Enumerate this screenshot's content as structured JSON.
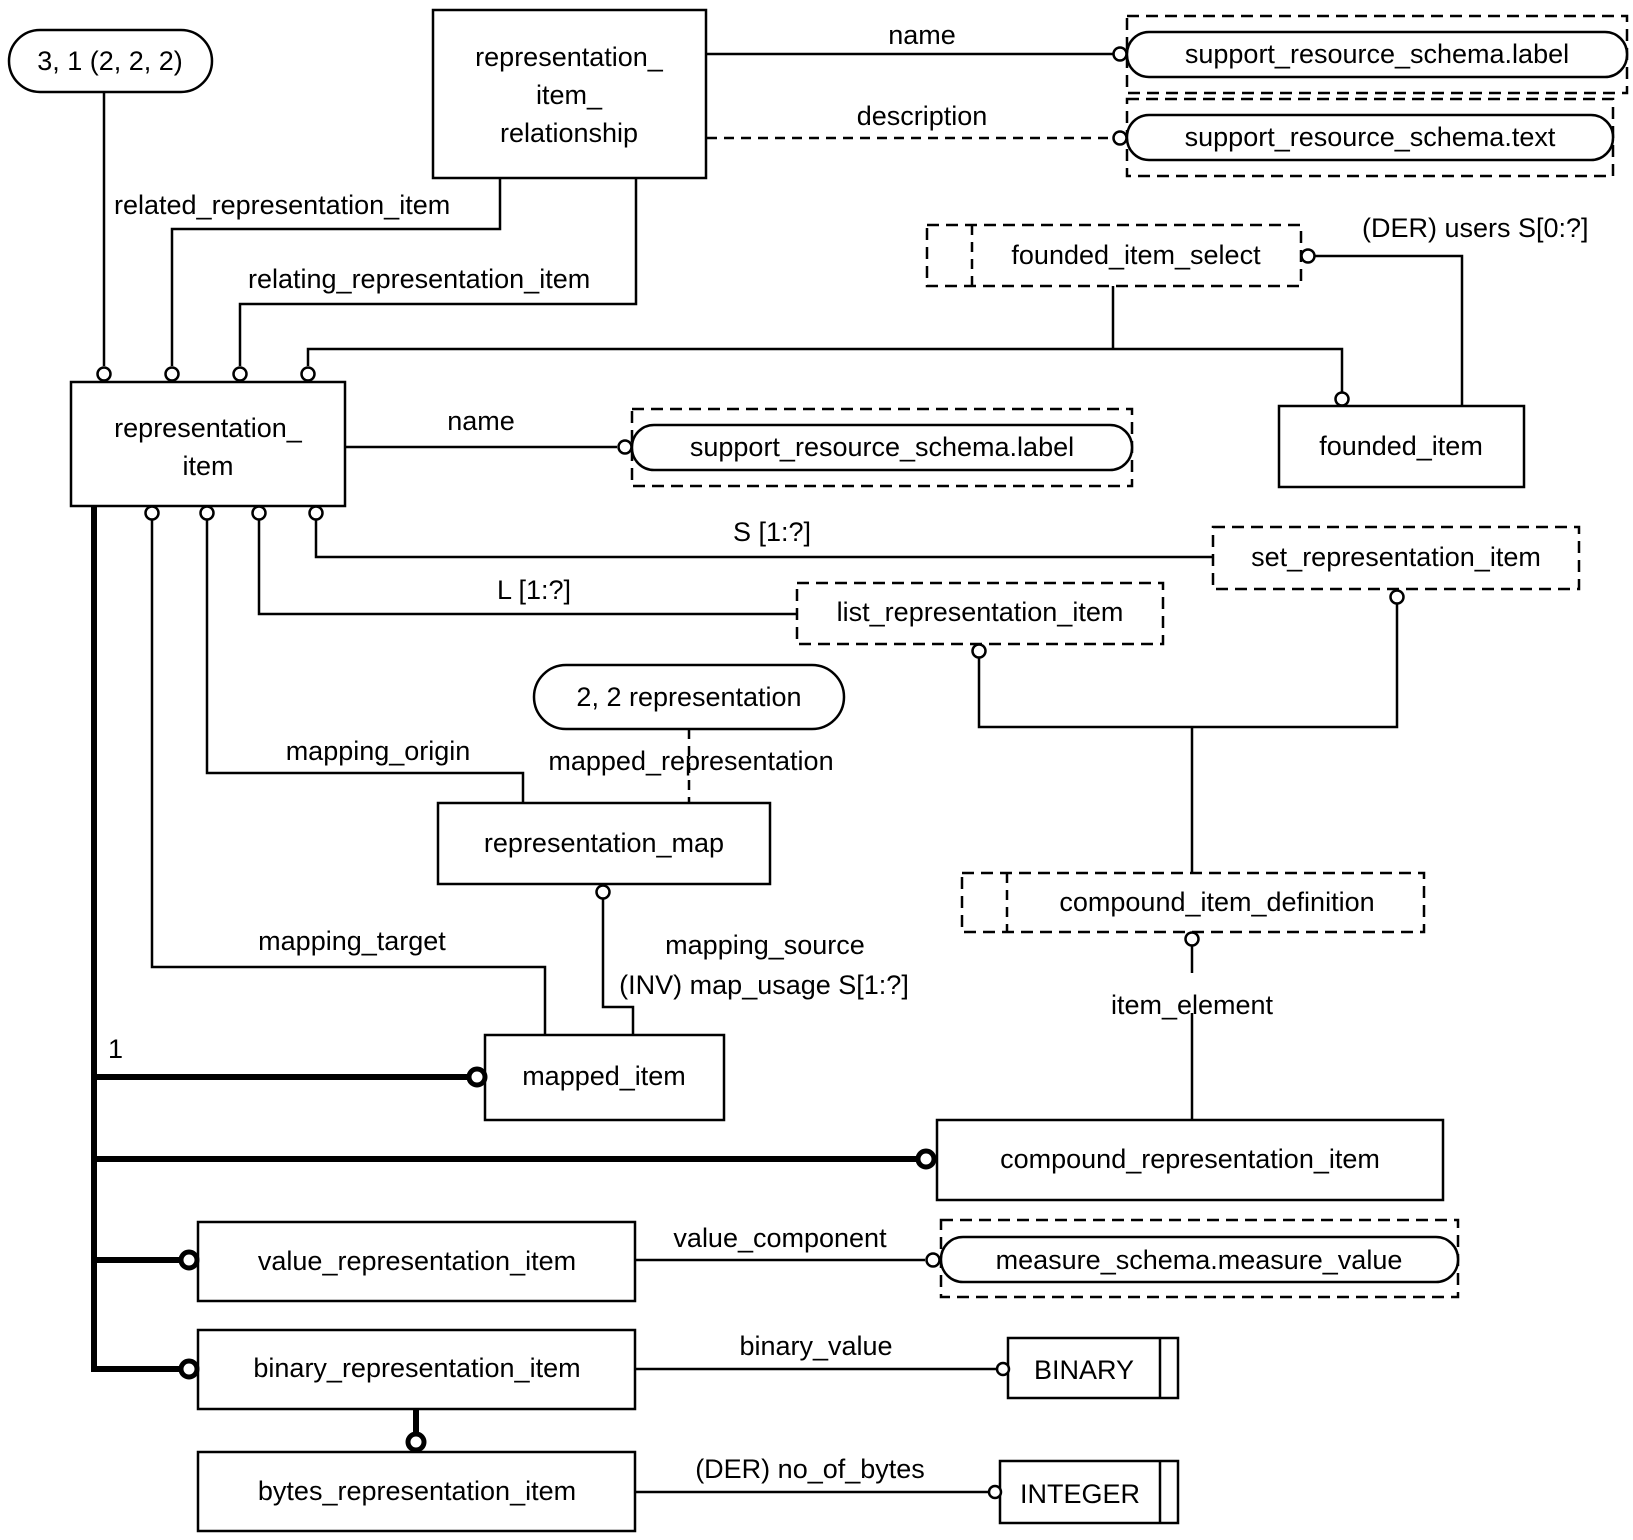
{
  "diagram": {
    "type": "EXPRESS-G schema diagram",
    "page_references": {
      "top_left": "3, 1 (2, 2, 2)",
      "representation": "2, 2 representation"
    },
    "entities": {
      "rir_line1": "representation_",
      "rir_line2": "item_",
      "rir_line3": "relationship",
      "ri_line1": "representation_",
      "ri_line2": "item",
      "founded_item": "founded_item",
      "representation_map": "representation_map",
      "mapped_item": "mapped_item",
      "compound_representation_item": "compound_representation_item",
      "value_representation_item": "value_representation_item",
      "binary_representation_item": "binary_representation_item",
      "bytes_representation_item": "bytes_representation_item"
    },
    "select_types": {
      "founded_item_select": "founded_item_select",
      "compound_item_definition": "compound_item_definition"
    },
    "defined_types": {
      "list_representation_item": "list_representation_item",
      "set_representation_item": "set_representation_item"
    },
    "external_refs": {
      "srs_label_1": "support_resource_schema.label",
      "srs_text": "support_resource_schema.text",
      "srs_label_2": "support_resource_schema.label",
      "measure_value": "measure_schema.measure_value"
    },
    "simple_types": {
      "binary": "BINARY",
      "integer": "INTEGER"
    },
    "attribute_labels": {
      "rir_name": "name",
      "rir_description": "description",
      "related": "related_representation_item",
      "relating": "relating_representation_item",
      "users": "(DER) users S[0:?]",
      "ri_name": "name",
      "set_card": "S [1:?]",
      "list_card": "L [1:?]",
      "mapping_origin": "mapping_origin",
      "mapped_representation": "mapped_representation",
      "mapping_target": "mapping_target",
      "mapping_source": "mapping_source",
      "map_usage": "(INV) map_usage S[1:?]",
      "item_element": "item_element",
      "one_of": "1",
      "value_component": "value_component",
      "binary_value": "binary_value",
      "no_of_bytes": "(DER) no_of_bytes"
    }
  }
}
